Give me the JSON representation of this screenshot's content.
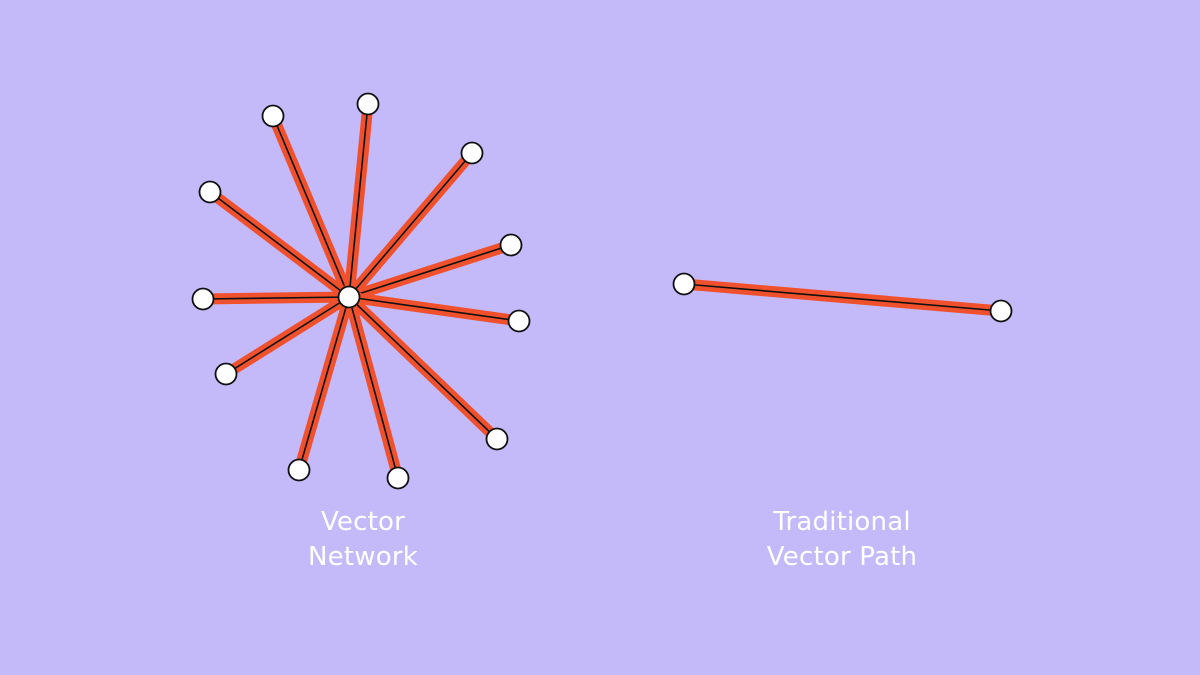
{
  "colors": {
    "background": "#c4bafa",
    "edge_outer": "#f0512c",
    "edge_inner": "#111111",
    "node_fill": "#ffffff",
    "node_stroke": "#111111",
    "caption": "#ffffff"
  },
  "vector_network": {
    "label_line1": "Vector",
    "label_line2": "Network",
    "hub_node": "white-circle-node",
    "spoke_count": 11
  },
  "traditional_path": {
    "label_line1": "Traditional",
    "label_line2": "Vector Path",
    "node_count": 2
  }
}
